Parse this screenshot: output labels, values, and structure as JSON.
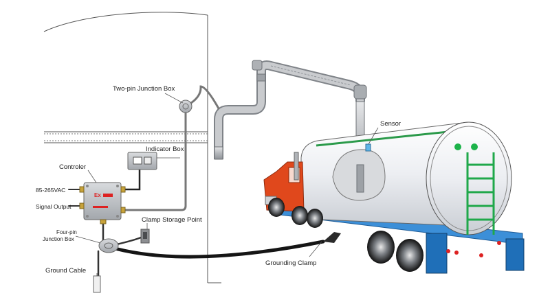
{
  "labels": {
    "two_pin_junction_box": "Two-pin Junction Box",
    "indicator_box": "Indicator Box",
    "controller": "Controler",
    "supply_voltage": "85-265VAC",
    "signal_output": "Signal Output",
    "clamp_storage_point": "Clamp Storage Point",
    "four_pin_junction_box_line1": "Four-pin",
    "four_pin_junction_box_line2": "Junction Box",
    "ground_cable": "Ground Cable",
    "sensor": "Sensor",
    "grounding_clamp": "Grounding Clamp",
    "ex_mark": "Ex"
  },
  "colors": {
    "tank_fill": "#eef0f4",
    "cab_orange": "#e0481c",
    "ladder_green": "#1fa84a",
    "indicator_green": "#1db34a",
    "mudflap_blue": "#1f6fb8",
    "chassis_blue": "#3c8fd8",
    "cable_dark": "#1a1a1a",
    "arm_gray": "#b8babd",
    "controller_gray": "#b9bcc0"
  }
}
